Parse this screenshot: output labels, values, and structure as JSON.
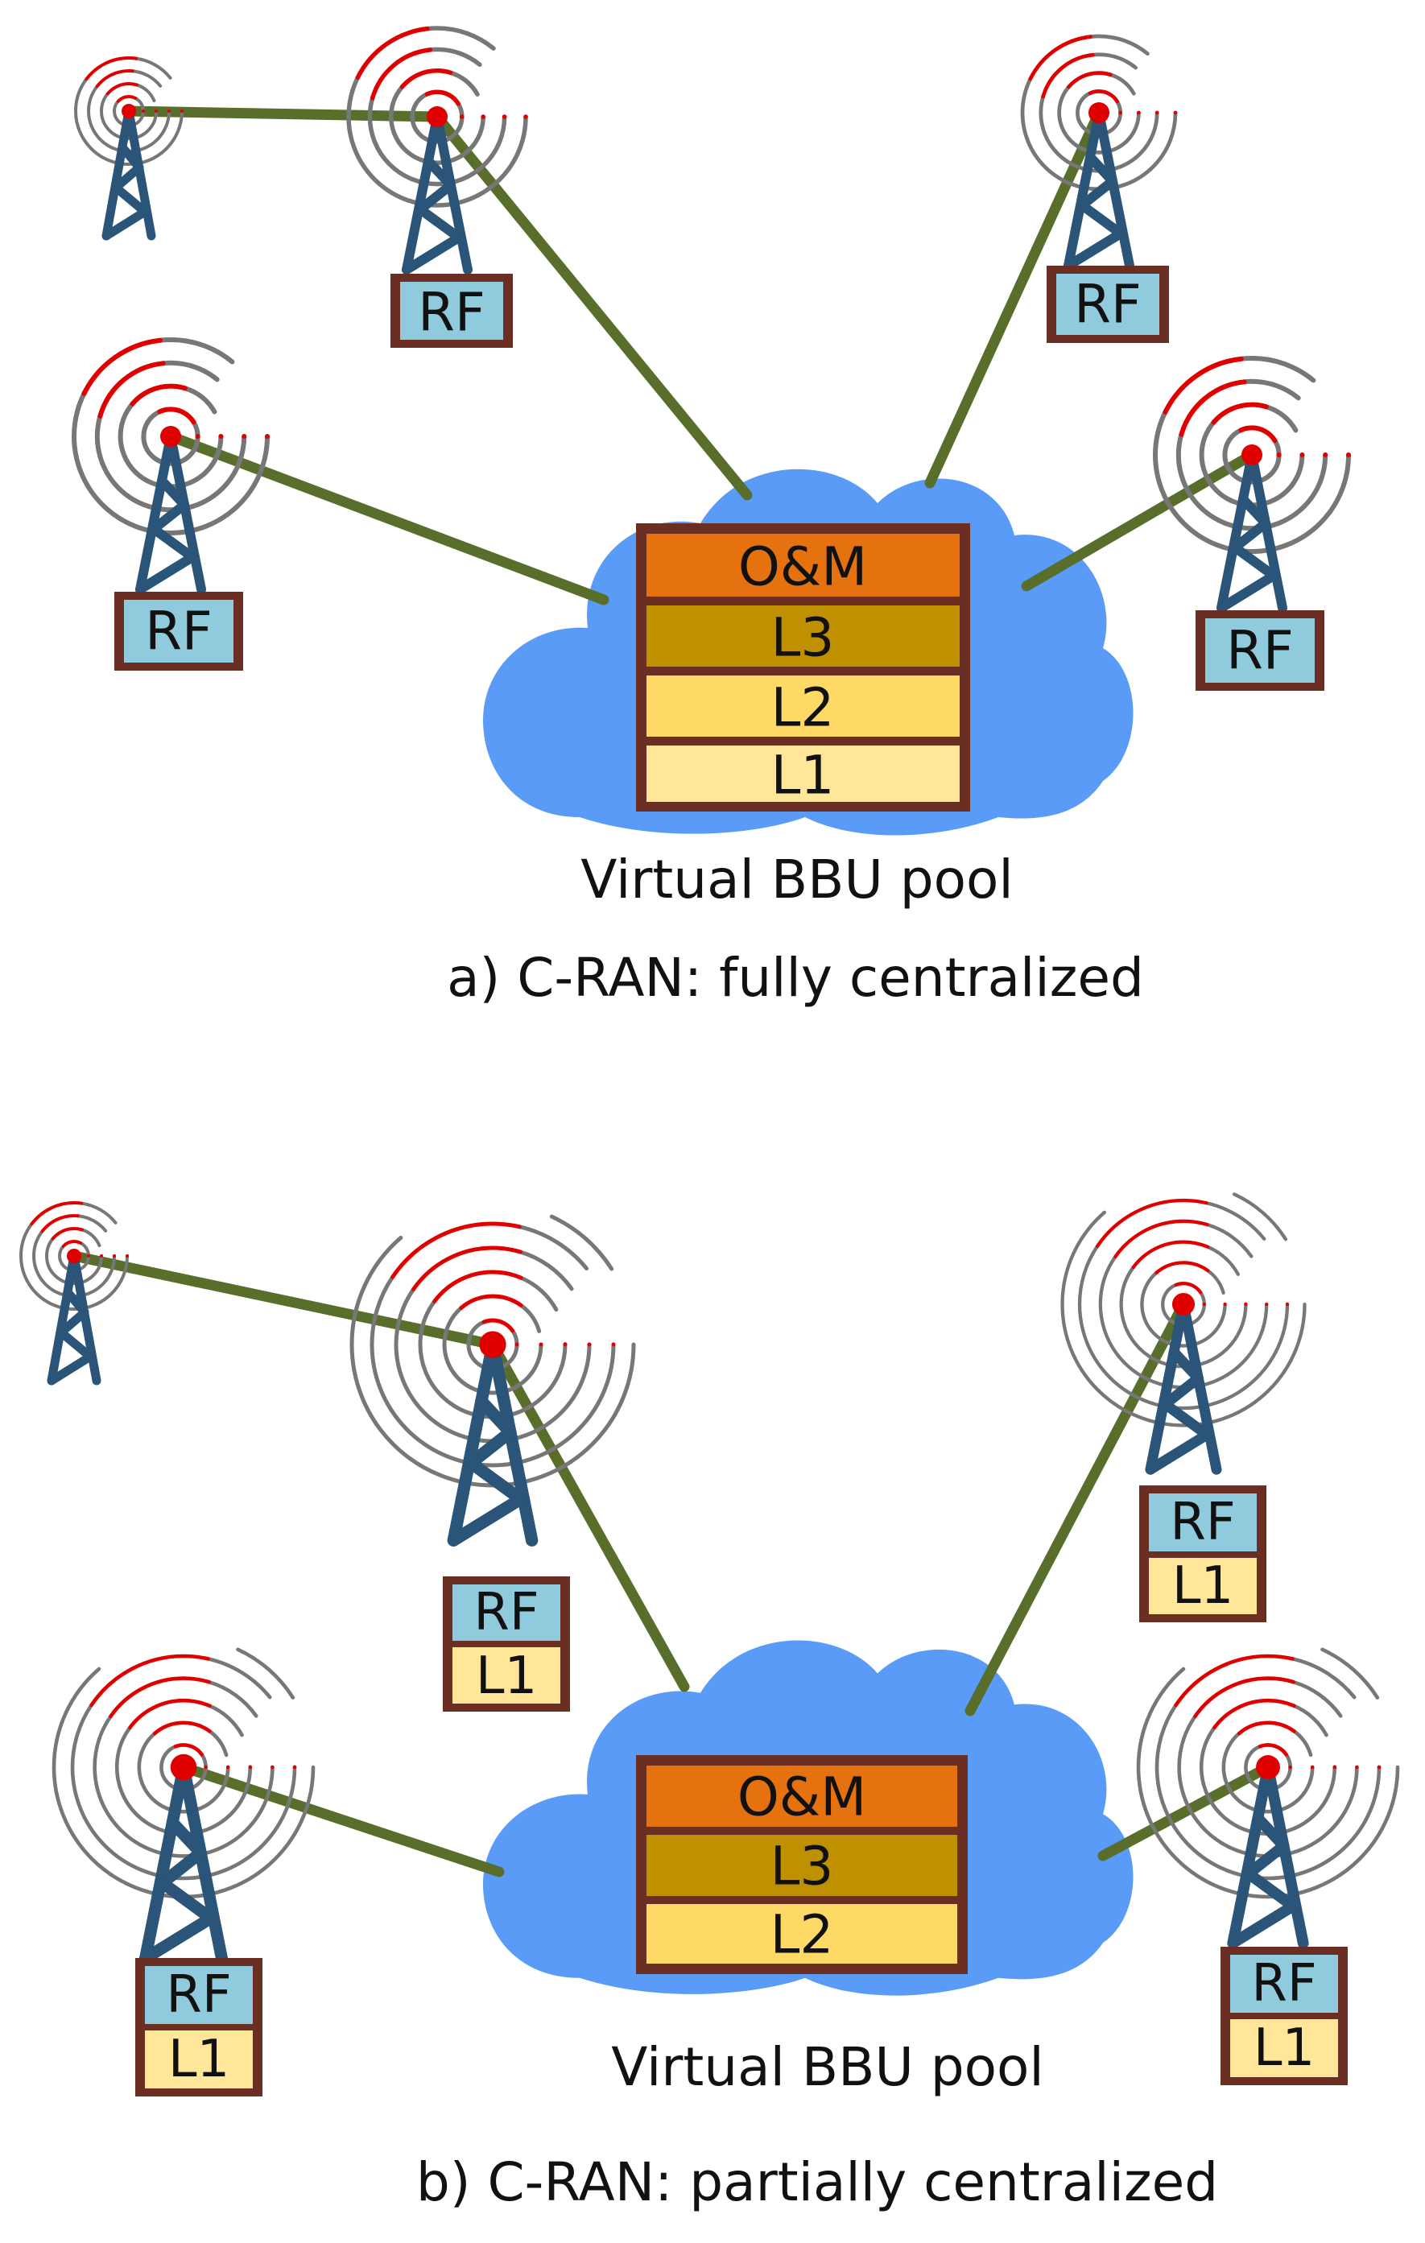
{
  "colors": {
    "link": "#5a6e2c",
    "cloud": "#5a9bf8",
    "tower": "#2a5478",
    "box_border": "#6b2e23",
    "rf_fill": "#8fcbdc",
    "om_fill": "#e6710f",
    "l3_fill": "#bf9000",
    "l2_fill": "#ffd966",
    "l1_fill": "#ffe699",
    "signal_red": "#e00000",
    "signal_grey": "#777777"
  },
  "panel_a": {
    "stack": {
      "om": "O&M",
      "l3": "L3",
      "l2": "L2",
      "l1": "L1"
    },
    "pool_label": "Virtual BBU pool",
    "caption": "a) C-RAN: fully centralized",
    "rru": {
      "rf": "RF"
    }
  },
  "panel_b": {
    "stack": {
      "om": "O&M",
      "l3": "L3",
      "l2": "L2"
    },
    "pool_label": "Virtual BBU pool",
    "caption": "b) C-RAN: partially centralized",
    "rru": {
      "rf": "RF",
      "l1": "L1"
    }
  }
}
